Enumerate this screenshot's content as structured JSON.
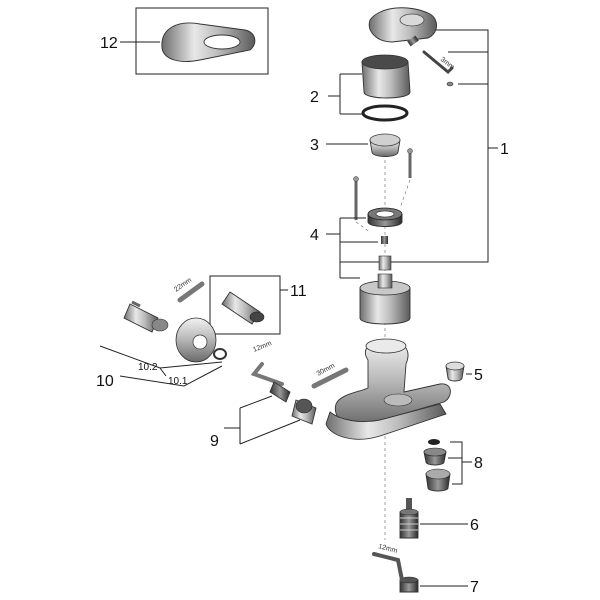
{
  "callouts": {
    "c1": "1",
    "c2": "2",
    "c3": "3",
    "c4": "4",
    "c5": "5",
    "c6": "6",
    "c7": "7",
    "c8": "8",
    "c9": "9",
    "c10": "10",
    "c11": "11",
    "c12": "12",
    "c10_1": "10.1",
    "c10_2": "10.2"
  },
  "tool_labels": {
    "hex_3mm": "3mm",
    "hex_22mm": "22mm",
    "hex_12mm_a": "12mm",
    "hex_30mm": "30mm",
    "hex_12mm_b": "12mm"
  }
}
